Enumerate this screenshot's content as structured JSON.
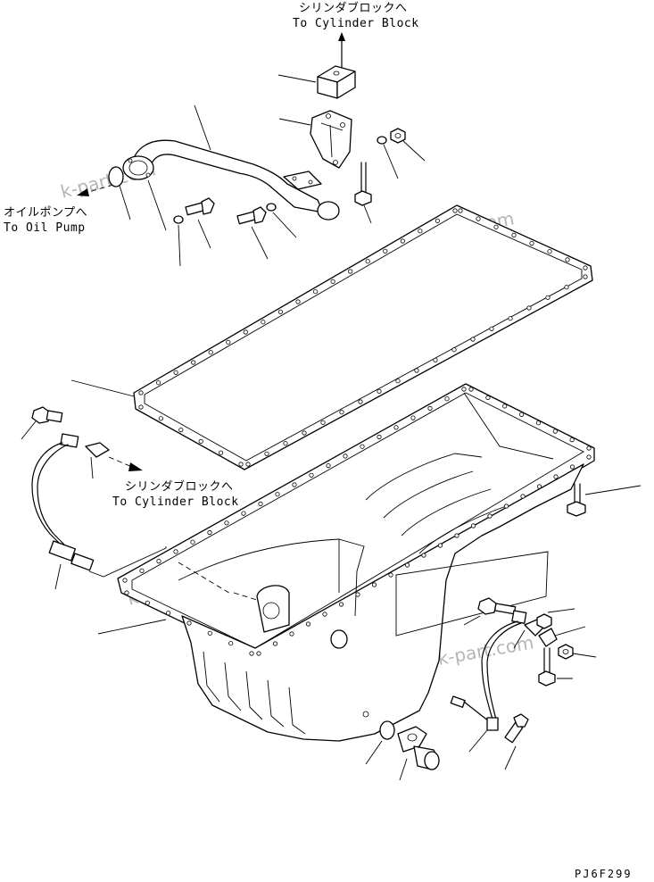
{
  "labels": {
    "top_jp": "シリンダブロックへ",
    "top_en": "To Cylinder Block",
    "left_jp": "オイルポンプへ",
    "left_en": "To Oil Pump",
    "mid_jp": "シリンダブロックへ",
    "mid_en": "To Cylinder Block"
  },
  "watermarks": [
    "k-part.com",
    "k-part.com",
    "k-part.com",
    "k-part.com"
  ],
  "drawing_code": "PJ6F299"
}
